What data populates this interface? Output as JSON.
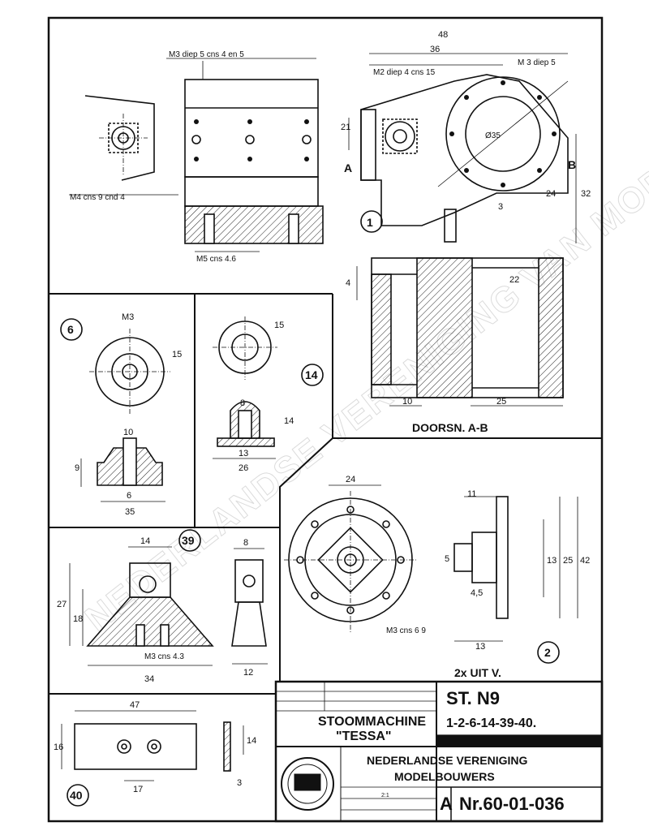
{
  "drawing": {
    "part_numbers": {
      "p1": "1",
      "p2": "2",
      "p6": "6",
      "p14": "14",
      "p39": "39",
      "p40": "40"
    },
    "view1": {
      "note_top": "M3 diep 5 cns 4 en 5",
      "note_left": "M4 cns 9 cnd 4",
      "note_bottom": "M5 cns 4.6",
      "dim_48": "48",
      "dim_36": "36",
      "note_m2": "M2 diep 4 cns 15",
      "note_m3b": "M 3 diep 5",
      "dim_dia": "Ø35",
      "dim_21": "21",
      "dim_24": "24",
      "dim_32": "32",
      "dim_3": "3",
      "mark_a": "A",
      "mark_b": "B",
      "section_label": "DOORSN. A-B",
      "dim_10": "10",
      "dim_25": "25",
      "dim_4": "4",
      "dim_22": "22"
    },
    "view6": {
      "dim_m3": "M3",
      "dim_10": "10",
      "dim_6": "6",
      "dim_9": "9",
      "dim_35": "35",
      "dim_15": "15"
    },
    "view14": {
      "dim_15": "15",
      "dim_14": "14",
      "dim_13": "13",
      "dim_8": "8",
      "dim_26": "26"
    },
    "view2": {
      "dim_24": "24",
      "note_m3": "M3 cns 6 9",
      "dim_11": "11",
      "dim_5": "5",
      "dim_13": "13",
      "dim_25": "25",
      "dim_42": "42",
      "dim_45": "4,5",
      "dim_13b": "13",
      "note_2x": "2x UIT V."
    },
    "view39": {
      "dim_14": "14",
      "dim_8": "8",
      "dim_27": "27",
      "dim_18": "18",
      "dim_34": "34",
      "dim_12": "12",
      "note_m3": "M3 cns 4.3"
    },
    "view40": {
      "dim_47": "47",
      "dim_16": "16",
      "dim_17": "17",
      "dim_14": "14",
      "dim_3": "3"
    },
    "watermark": "NEDERLANDSE VERENIGING VAN MODELBOUWERS"
  },
  "title_block": {
    "name": "STOOMMACHINE",
    "model": "\"TESSA\"",
    "sheet_ref": "ST. N9",
    "parts": "1-2-6-14-39-40.",
    "org_line1": "NEDERLANDSE VERENIGING",
    "org_line2": "MODELBOUWERS",
    "drawing_no": "Nr.60-01-036",
    "size": "A",
    "scale": "2:1"
  }
}
